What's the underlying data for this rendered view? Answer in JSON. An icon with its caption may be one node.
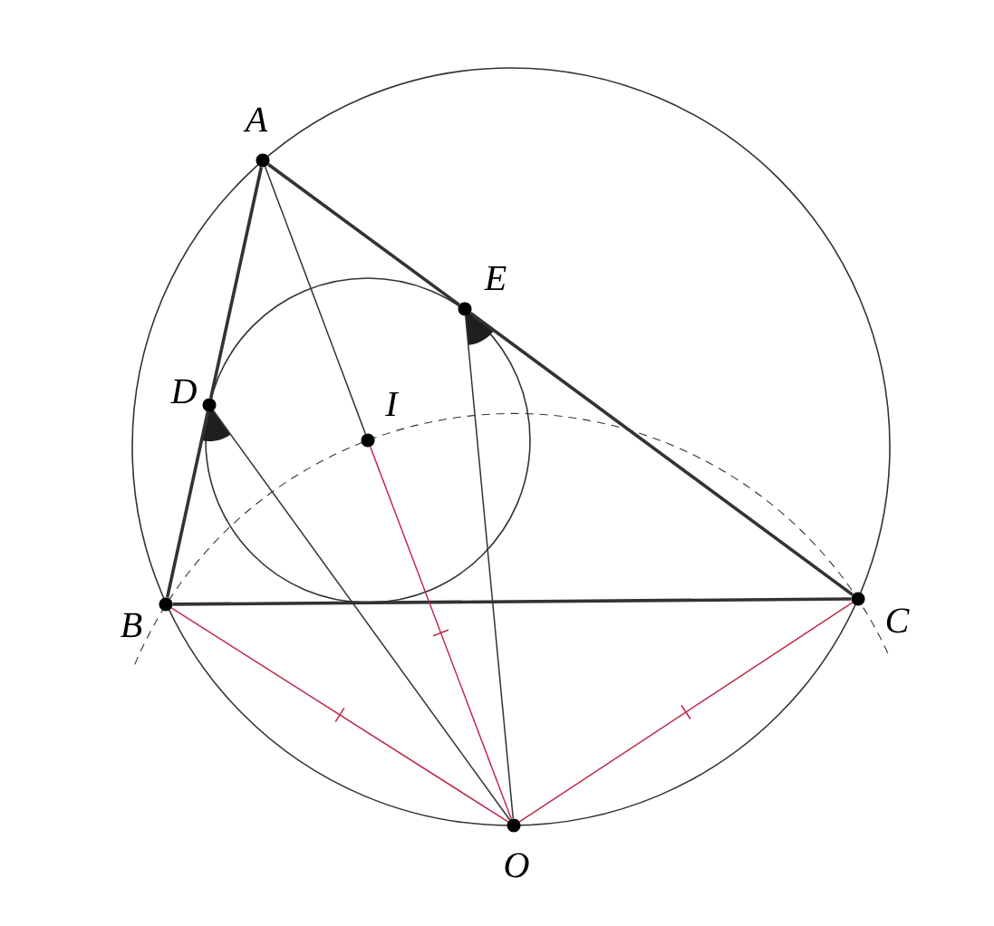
{
  "diagram": {
    "nodes": [
      {
        "text": [
          "A"
        ]
      },
      {
        "text": [
          "B"
        ]
      },
      {
        "text": [
          "C"
        ]
      },
      {
        "text": [
          "D"
        ]
      },
      {
        "text": [
          "E"
        ]
      },
      {
        "text": [
          "I"
        ]
      },
      {
        "text": [
          "O"
        ]
      }
    ],
    "edges": [
      {
        "from": 0,
        "to": 3,
        "arrow": "none",
        "style": "thick"
      },
      {
        "from": 3,
        "to": 1,
        "arrow": "none",
        "style": "thick"
      },
      {
        "from": 0,
        "to": 4,
        "arrow": "none",
        "style": "thick"
      },
      {
        "from": 4,
        "to": 2,
        "arrow": "none",
        "style": "thick"
      },
      {
        "from": 1,
        "to": 2,
        "arrow": "none",
        "style": "thick"
      },
      {
        "from": 0,
        "to": 5,
        "arrow": "none"
      },
      {
        "from": 5,
        "to": 6,
        "arrow": "none",
        "color": "#c0294a"
      },
      {
        "from": 1,
        "to": 6,
        "arrow": "none",
        "color": "#c0294a"
      },
      {
        "from": 2,
        "to": 6,
        "arrow": "none",
        "color": "#c0294a"
      },
      {
        "from": 3,
        "to": 6,
        "arrow": "none"
      },
      {
        "from": 4,
        "to": 6,
        "arrow": "none"
      }
    ]
  }
}
